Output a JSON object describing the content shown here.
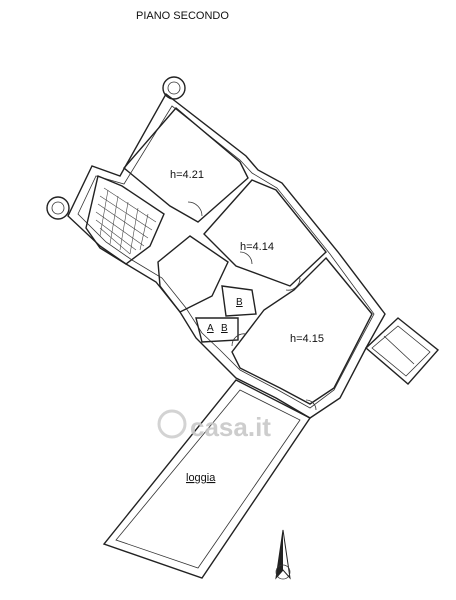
{
  "title": "PIANO SECONDO",
  "rooms": [
    {
      "id": "room-1",
      "label": "h=4.21"
    },
    {
      "id": "room-2",
      "label": "h=4.14"
    },
    {
      "id": "room-3",
      "label": "h=4.15"
    },
    {
      "id": "loggia",
      "label": "loggia"
    }
  ],
  "small_labels": {
    "b_top": "B",
    "a": "A",
    "b_bottom": "B"
  },
  "watermark": "casa.it",
  "north_arrow": "north-arrow-icon"
}
